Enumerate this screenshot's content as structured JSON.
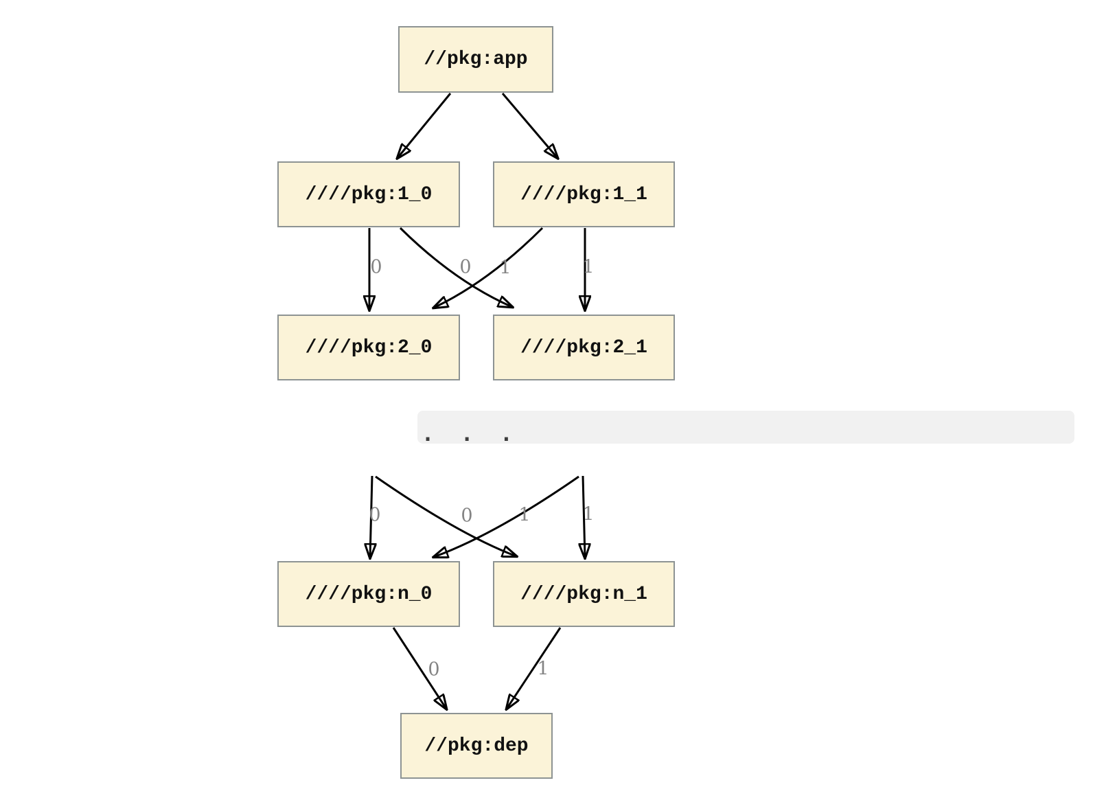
{
  "graph": {
    "nodes": {
      "app": {
        "label": "//pkg:app"
      },
      "l1_0": {
        "label": "////pkg:1_0"
      },
      "l1_1": {
        "label": "////pkg:1_1"
      },
      "l2_0": {
        "label": "////pkg:2_0"
      },
      "l2_1": {
        "label": "////pkg:2_1"
      },
      "ln_0": {
        "label": "////pkg:n_0"
      },
      "ln_1": {
        "label": "////pkg:n_1"
      },
      "dep": {
        "label": "//pkg:dep"
      }
    },
    "edges": [
      {
        "from": "//pkg:app",
        "to": "////pkg:1_0",
        "label": ""
      },
      {
        "from": "//pkg:app",
        "to": "////pkg:1_1",
        "label": ""
      },
      {
        "from": "////pkg:1_0",
        "to": "////pkg:2_0",
        "label": "0"
      },
      {
        "from": "////pkg:1_0",
        "to": "////pkg:2_1",
        "label": "1"
      },
      {
        "from": "////pkg:1_1",
        "to": "////pkg:2_0",
        "label": "0"
      },
      {
        "from": "////pkg:1_1",
        "to": "////pkg:2_1",
        "label": "1"
      },
      {
        "from": "...",
        "to": "////pkg:n_0",
        "label": "0"
      },
      {
        "from": "...",
        "to": "////pkg:n_0",
        "label": "0"
      },
      {
        "from": "...",
        "to": "////pkg:n_1",
        "label": "1"
      },
      {
        "from": "...",
        "to": "////pkg:n_1",
        "label": "1"
      },
      {
        "from": "////pkg:n_0",
        "to": "//pkg:dep",
        "label": "0"
      },
      {
        "from": "////pkg:n_1",
        "to": "//pkg:dep",
        "label": "1"
      }
    ],
    "edge_labels": {
      "e_1_0_to_2_0": {
        "label": "0"
      },
      "e_1_1_to_2_0": {
        "label": "0"
      },
      "e_1_0_to_2_1": {
        "label": "1"
      },
      "e_1_1_to_2_1": {
        "label": "1"
      },
      "e_dots_to_n_0": {
        "label": "0"
      },
      "e_cross_to_n_0": {
        "label": "0"
      },
      "e_cross_to_n_1": {
        "label": "1"
      },
      "e_dots_to_n_1": {
        "label": "1"
      },
      "e_n_0_to_dep": {
        "label": "0"
      },
      "e_n_1_to_dep": {
        "label": "1"
      }
    },
    "ellipsis": {
      "label": ".  .  ."
    },
    "colors": {
      "node_fill": "#fbf3d8",
      "node_border": "#8d9393",
      "edge": "#000000",
      "edge_label": "#848484",
      "band_bg": "#f1f1f1",
      "dots": "#3c3c3c"
    }
  }
}
